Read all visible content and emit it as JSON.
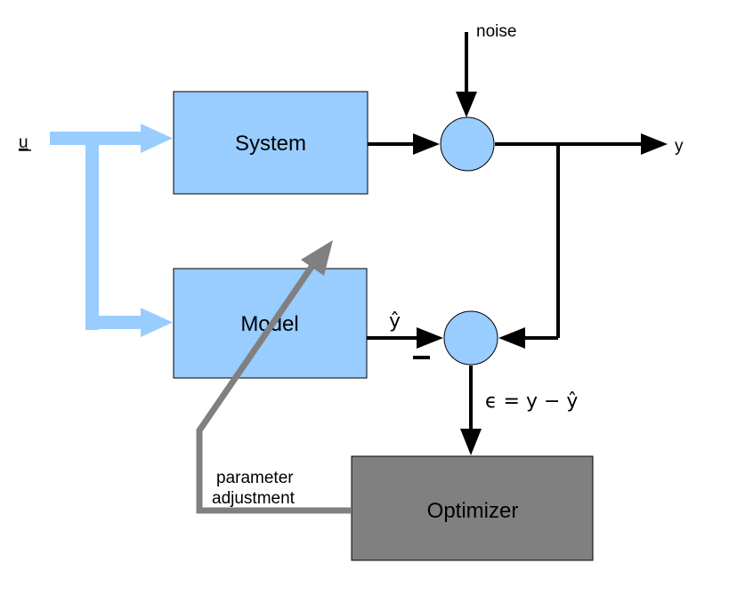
{
  "blocks": {
    "system": "System",
    "model": "Model",
    "optimizer": "Optimizer"
  },
  "signals": {
    "input": "u",
    "noise": "noise",
    "output": "y",
    "model_output": "ŷ",
    "error": "ϵ = y − ŷ",
    "minus_sign": "–",
    "adjustment_line1": "parameter",
    "adjustment_line2": "adjustment"
  },
  "colors": {
    "block_fill": "#99ccff",
    "input_arrow": "#99ccff",
    "optimizer_fill": "#808080",
    "adjustment_arrow": "#808080",
    "signal_line": "#000000"
  }
}
